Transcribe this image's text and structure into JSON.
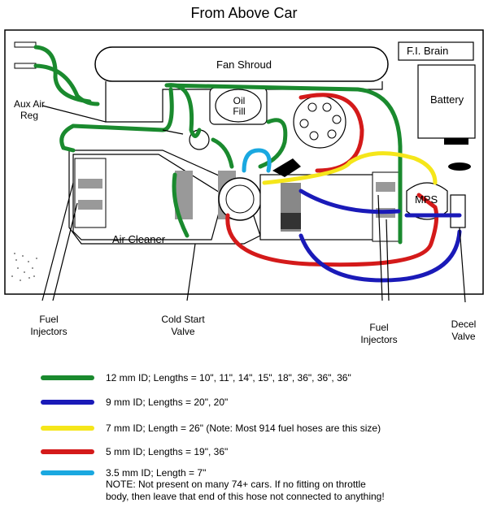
{
  "title": "From Above Car",
  "labels": {
    "fan_shroud": "Fan Shroud",
    "fi_brain": "F.I. Brain",
    "battery": "Battery",
    "oil_fill_line1": "Oil",
    "oil_fill_line2": "Fill",
    "aux_air_reg_line1": "Aux Air",
    "aux_air_reg_line2": "Reg",
    "air_cleaner": "Air Cleaner",
    "mps": "MPS",
    "fuel_injectors_left_line1": "Fuel",
    "fuel_injectors_left_line2": "Injectors",
    "cold_start_valve_line1": "Cold Start",
    "cold_start_valve_line2": "Valve",
    "fuel_injectors_right_line1": "Fuel",
    "fuel_injectors_right_line2": "Injectors",
    "decel_valve_line1": "Decel",
    "decel_valve_line2": "Valve"
  },
  "legend": [
    {
      "color": "#1a8a2e",
      "text": "12 mm ID; Lengths = 10\", 11\", 14\", 15\", 18\", 36\", 36\", 36\""
    },
    {
      "color": "#1a1ab8",
      "text": "9 mm ID; Lengths = 20\", 20\""
    },
    {
      "color": "#f5e61a",
      "text": "7 mm ID; Length = 26\"  (Note: Most 914 fuel hoses are this size)"
    },
    {
      "color": "#d41a1a",
      "text": "5 mm ID; Lengths = 19\", 36\""
    },
    {
      "color": "#1aa8e0",
      "text": "3.5 mm ID; Length = 7\""
    }
  ],
  "note_line1": "NOTE:  Not present on many 74+ cars.   If no fitting on throttle",
  "note_line2": "body, then leave that end of this hose not connected to anything!"
}
